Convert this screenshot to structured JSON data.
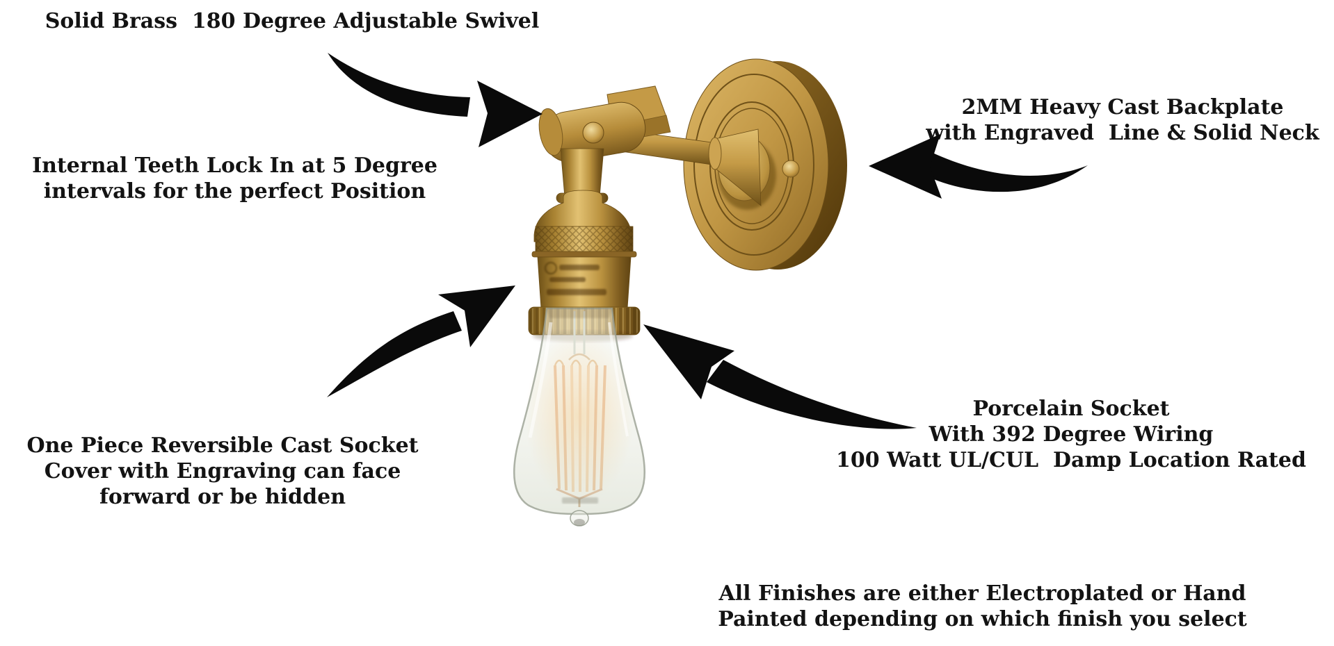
{
  "colors": {
    "background": "#ffffff",
    "text": "#131313",
    "arrow": "#0a0a0a",
    "brass_highlight": "#e6c87e",
    "brass_light": "#d2ab58",
    "brass_mid": "#b2883a",
    "brass_dark": "#7c5b1e",
    "brass_deep": "#5f4413",
    "glass_tint": "#eef0e8",
    "filament_glow": "#f3b477"
  },
  "annotations": {
    "swivel": {
      "lines": [
        "Solid Brass  180 Degree Adjustable Swivel"
      ]
    },
    "teeth_lock": {
      "lines": [
        "Internal Teeth Lock In at 5 Degree",
        "intervals for the perfect Position"
      ]
    },
    "backplate": {
      "lines": [
        "2MM Heavy Cast Backplate",
        "with Engraved  Line & Solid Neck"
      ]
    },
    "socket_cover": {
      "lines": [
        "One Piece Reversible Cast Socket",
        "Cover with Engraving can face",
        "forward or be hidden"
      ]
    },
    "porcelain_socket": {
      "lines": [
        "Porcelain Socket",
        "With 392 Degree Wiring",
        "100 Watt UL/CUL  Damp Location Rated"
      ]
    },
    "finishes": {
      "lines": [
        "All Finishes are either Electroplated or Hand",
        "Painted depending on which finish you select"
      ]
    }
  },
  "icons": {
    "swivel_arrow": "curved-arrow-down-right",
    "backplate_arrow": "curved-arrow-left",
    "socket_cover_arrow": "curved-arrow-up-right",
    "porcelain_arrow": "curved-arrow-up-left"
  }
}
